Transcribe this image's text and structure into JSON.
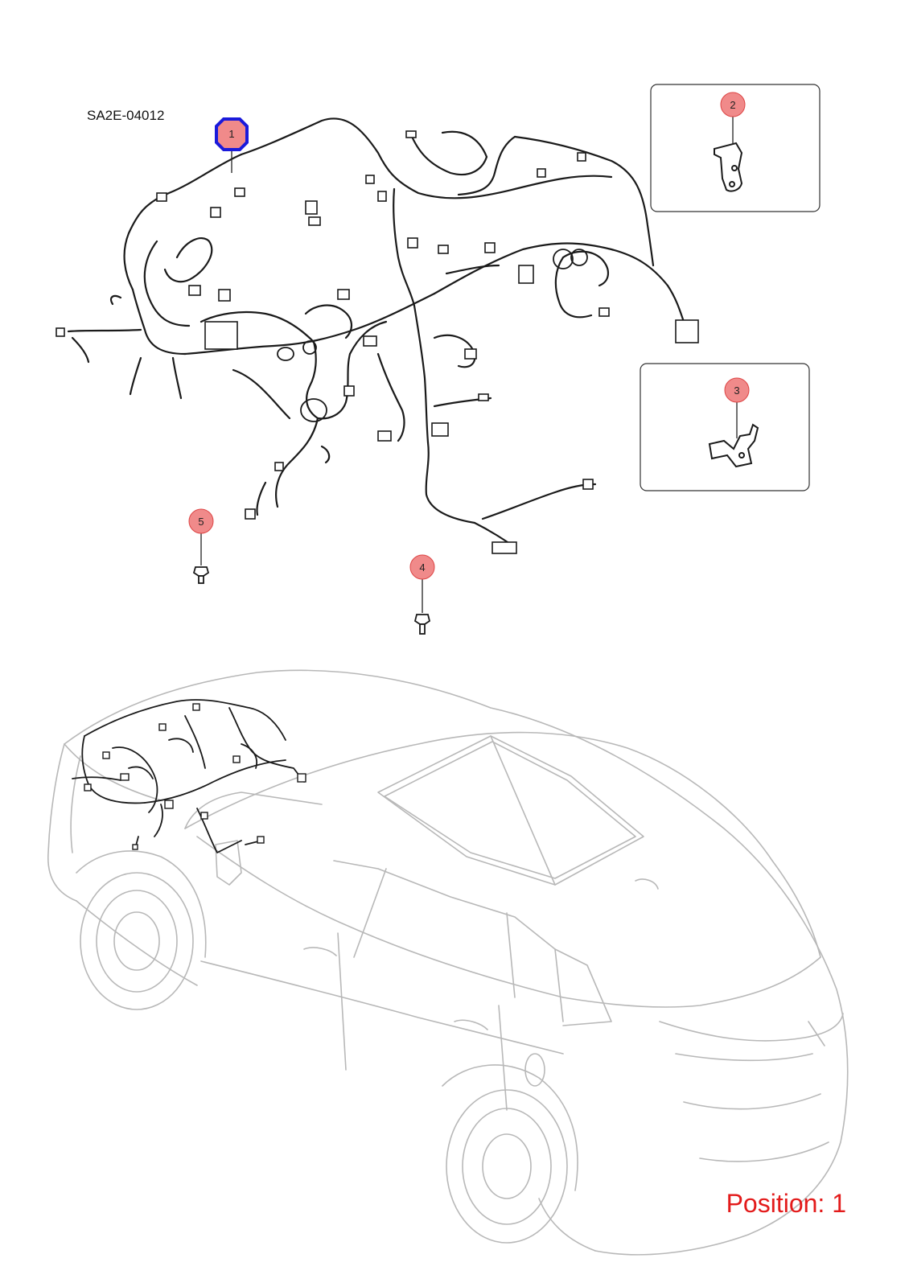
{
  "diagram": {
    "code": "SA2E-04012",
    "position_label": "Position: 1",
    "selected_callout": "1",
    "colors": {
      "callout_fill": "#f08a8a",
      "callout_stroke": "#d44",
      "selected_ring": "#1a1adb",
      "position_text": "#e31b1b",
      "car_outline": "#b8b8b8",
      "harness": "#1a1a1a"
    },
    "callouts": [
      {
        "id": "1",
        "label": "1",
        "part": "wiring-harness"
      },
      {
        "id": "2",
        "label": "2",
        "part": "bracket"
      },
      {
        "id": "3",
        "label": "3",
        "part": "bracket"
      },
      {
        "id": "4",
        "label": "4",
        "part": "bolt"
      },
      {
        "id": "5",
        "label": "5",
        "part": "bolt"
      }
    ]
  }
}
